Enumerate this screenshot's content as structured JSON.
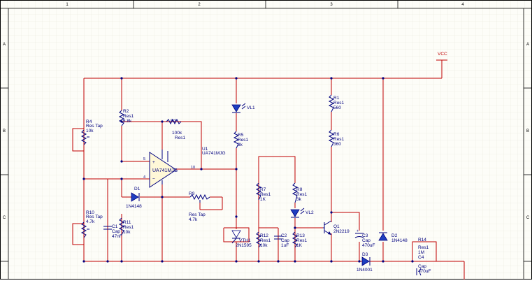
{
  "border": {
    "columns": [
      "1",
      "2",
      "3",
      "4"
    ],
    "rows": [
      "A",
      "B",
      "C"
    ]
  },
  "power": {
    "vcc": "VCC"
  },
  "components": {
    "r4": {
      "ref": "R4",
      "type": "Res Tap",
      "value": "10k"
    },
    "r2": {
      "ref": "R2",
      "type": "Res1",
      "value": "6.8k"
    },
    "r3": {
      "ref": "R3",
      "type": "Res1",
      "value": "100k"
    },
    "u1": {
      "ref": "U1",
      "part": "UA741MJG",
      "body": "UA741MJG"
    },
    "vl1": {
      "ref": "VL1"
    },
    "r5": {
      "ref": "R5",
      "type": "Res1",
      "value": "3k"
    },
    "r1": {
      "ref": "R1",
      "type": "Res1",
      "value": "560"
    },
    "r6": {
      "ref": "R6",
      "type": "Res1",
      "value": "360"
    },
    "d1": {
      "ref": "D1",
      "part": "1N4148"
    },
    "r9": {
      "ref": "R9",
      "type": "Res Tap",
      "value": "4.7k"
    },
    "r7": {
      "ref": "R7",
      "type": "Res1",
      "value": "1K"
    },
    "r8": {
      "ref": "R8",
      "type": "Res1",
      "value": "3k"
    },
    "vl2": {
      "ref": "VL2"
    },
    "r10": {
      "ref": "R10",
      "type": "Res Tap",
      "value": "4.7k"
    },
    "c1": {
      "ref": "C1",
      "type": "Cap",
      "value": "47nF"
    },
    "r11": {
      "ref": "R11",
      "type": "Res1",
      "value": "10k"
    },
    "vth1": {
      "ref": "VTH1",
      "part": "2N1595"
    },
    "r12": {
      "ref": "R12",
      "type": "Res1",
      "value": "10k"
    },
    "c2": {
      "ref": "C2",
      "type": "Cap",
      "value": "1uF"
    },
    "r13": {
      "ref": "R13",
      "type": "Res1",
      "value": "1K"
    },
    "q1": {
      "ref": "Q1",
      "part": "2N2219"
    },
    "c3": {
      "ref": "C3",
      "type": "Cap",
      "value": "470uF"
    },
    "d2": {
      "ref": "D2",
      "part": "1N4148"
    },
    "d3": {
      "ref": "D3",
      "part": "1N4001"
    },
    "r14": {
      "ref": "R14",
      "type": "Res1",
      "value": "1M"
    },
    "c4": {
      "ref": "C4",
      "type": "Cap",
      "value": "470uF"
    }
  },
  "pins": {
    "p5": "5",
    "p4": "4",
    "p10": "10"
  }
}
